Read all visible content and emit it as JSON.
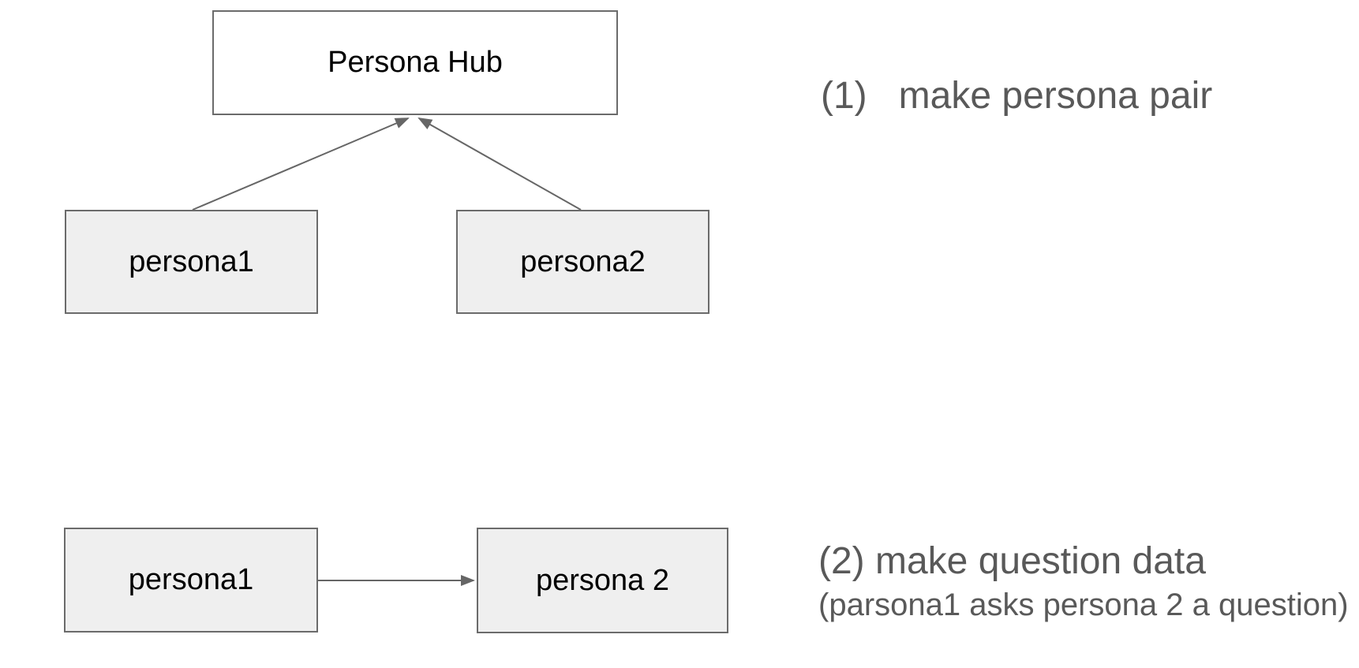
{
  "diagram": {
    "boxes": {
      "hub": {
        "label": "Persona Hub"
      },
      "pair_persona1": {
        "label": "persona1"
      },
      "pair_persona2": {
        "label": "persona2"
      },
      "question_persona1": {
        "label": "persona1"
      },
      "question_persona2": {
        "label": "persona 2"
      }
    },
    "arrows": [
      {
        "name": "persona1-to-hub",
        "from": "persona1",
        "to": "Persona Hub"
      },
      {
        "name": "persona2-to-hub",
        "from": "persona2",
        "to": "Persona Hub"
      },
      {
        "name": "persona1-to-persona2",
        "from": "persona1",
        "to": "persona 2"
      }
    ]
  },
  "annotations": {
    "step1": {
      "number": "(1)",
      "text": "make persona pair"
    },
    "step2": {
      "line1": "(2) make question data",
      "line2": "(parsona1 asks persona 2 a question)"
    }
  },
  "colors": {
    "background": "#ffffff",
    "box_border": "#6b6b6b",
    "box_fill_gray": "#efefef",
    "box_fill_white": "#ffffff",
    "box_text": "#000000",
    "arrow": "#666666",
    "annotation_text": "#595959"
  }
}
